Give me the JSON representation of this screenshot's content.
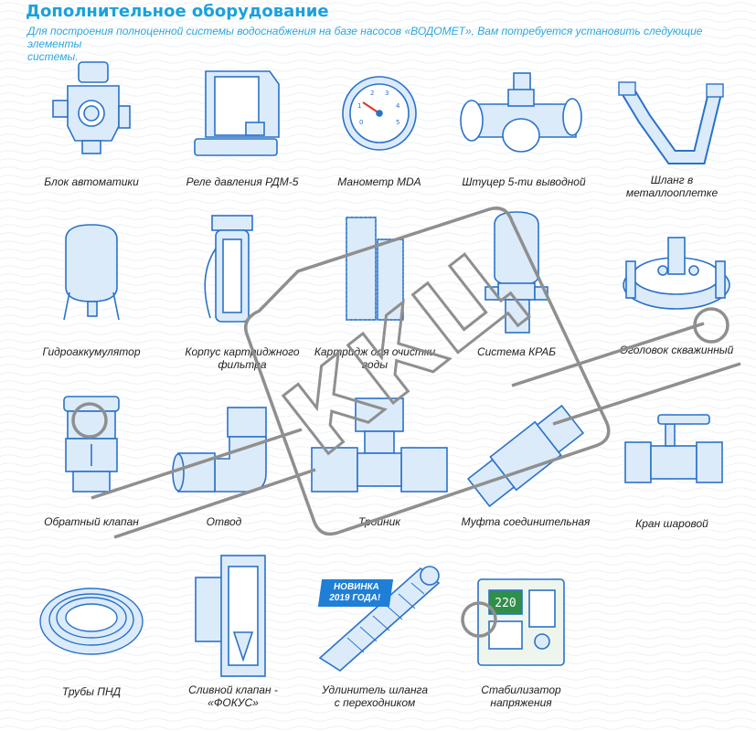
{
  "header": {
    "title": "Дополнительное оборудование",
    "intro_line1": "Для построения полноценной системы водоснабжения на базе насосов «ВОДОМЕТ», Вам потребуется установить следующие элементы",
    "intro_line2": "системы."
  },
  "items": [
    {
      "lines": [
        "Блок автоматики"
      ],
      "icon": "pressure-control-unit-icon"
    },
    {
      "lines": [
        "Реле давления РДМ-5"
      ],
      "icon": "pressure-switch-icon"
    },
    {
      "lines": [
        "Манометр MDA"
      ],
      "icon": "manometer-icon"
    },
    {
      "lines": [
        "Штуцер 5-ти выводной"
      ],
      "icon": "five-way-fitting-icon"
    },
    {
      "lines": [
        "Шланг в",
        "металлооплетке"
      ],
      "icon": "braided-hose-icon"
    },
    {
      "lines": [
        "Гидроаккумулятор"
      ],
      "icon": "expansion-tank-icon"
    },
    {
      "lines": [
        "Корпус картриджного",
        "фильтра"
      ],
      "icon": "filter-housing-icon"
    },
    {
      "lines": [
        "Картридж для очистки",
        "воды"
      ],
      "icon": "filter-cartridge-icon"
    },
    {
      "lines": [
        "Система КРАБ"
      ],
      "icon": "krab-system-icon"
    },
    {
      "lines": [
        "Оголовок скважинный"
      ],
      "icon": "well-head-icon"
    },
    {
      "lines": [
        "Обратный клапан"
      ],
      "icon": "check-valve-icon"
    },
    {
      "lines": [
        "Отвод"
      ],
      "icon": "elbow-fitting-icon"
    },
    {
      "lines": [
        "Тройник"
      ],
      "icon": "tee-fitting-icon"
    },
    {
      "lines": [
        "Муфта соединительная"
      ],
      "icon": "coupling-icon"
    },
    {
      "lines": [
        "Кран шаровой"
      ],
      "icon": "ball-valve-icon"
    },
    {
      "lines": [
        "Трубы ПНД"
      ],
      "icon": "hdpe-pipe-coil-icon"
    },
    {
      "lines": [
        "Сливной клапан -",
        "«ФОКУС»"
      ],
      "icon": "drain-valve-icon"
    },
    {
      "lines": [
        "Удлинитель шланга",
        "с переходником"
      ],
      "icon": "hose-extension-icon"
    },
    {
      "lines": [
        "Стабилизатор",
        "напряжения"
      ],
      "icon": "voltage-stabilizer-icon"
    }
  ],
  "badge": {
    "line1": "НОВИНКА",
    "line2": "2019 ГОДА!"
  },
  "stabilizer_display": "220",
  "watermark": {
    "text": "ККЦ"
  },
  "colors": {
    "accent": "#1aa1de",
    "line": "#2a72c9",
    "fill": "#dcebfa",
    "caption": "#222222",
    "badge": "#1f7fd6"
  }
}
